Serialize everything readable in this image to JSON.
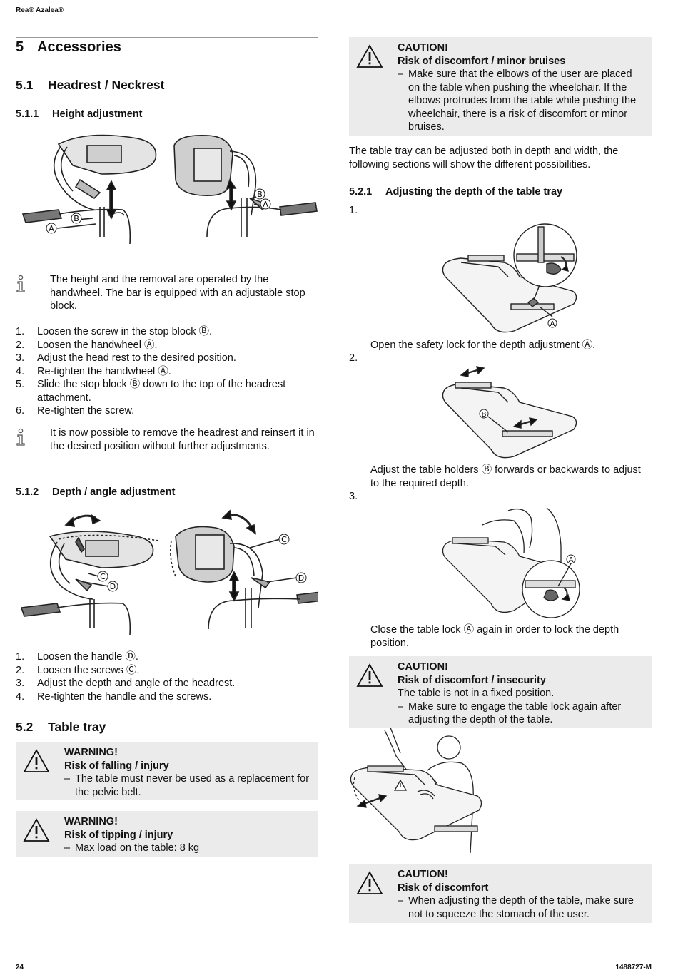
{
  "header": {
    "brand": "Rea® Azalea®"
  },
  "footer": {
    "page": "24",
    "doc_id": "1488727-M"
  },
  "section5": {
    "num": "5",
    "title": "Accessories"
  },
  "s51": {
    "num": "5.1",
    "title": "Headrest / Neckrest"
  },
  "s511": {
    "num": "5.1.1",
    "title": "Height adjustment",
    "fig_labels": [
      "A",
      "B",
      "B",
      "A"
    ],
    "note": "The height and the removal are operated by the handwheel. The bar is equipped with an adjustable stop block.",
    "steps": [
      {
        "n": "1.",
        "text": "Loosen the screw in the stop block Ⓑ."
      },
      {
        "n": "2.",
        "text": "Loosen the handwheel Ⓐ."
      },
      {
        "n": "3.",
        "text": "Adjust the head rest to the desired position."
      },
      {
        "n": "4.",
        "text": "Re-tighten the handwheel Ⓐ."
      },
      {
        "n": "5.",
        "text": "Slide the stop block Ⓑ down to the top of the headrest attachment."
      },
      {
        "n": "6.",
        "text": "Re-tighten the screw."
      }
    ],
    "note2": "It is now possible to remove the headrest and reinsert it in the desired position without further adjustments."
  },
  "s512": {
    "num": "5.1.2",
    "title": "Depth / angle adjustment",
    "fig_labels": [
      "C",
      "D",
      "C",
      "D"
    ],
    "steps": [
      {
        "n": "1.",
        "text": "Loosen the handle Ⓓ."
      },
      {
        "n": "2.",
        "text": "Loosen the screws Ⓒ."
      },
      {
        "n": "3.",
        "text": "Adjust the depth and angle of the headrest."
      },
      {
        "n": "4.",
        "text": "Re-tighten the handle and the screws."
      }
    ]
  },
  "s52": {
    "num": "5.2",
    "title": "Table tray"
  },
  "warnings": [
    {
      "level": "WARNING!",
      "risk": "Risk of falling / injury",
      "items": [
        "The table must never be used as a replacement for the pelvic belt."
      ]
    },
    {
      "level": "WARNING!",
      "risk": "Risk of tipping / injury",
      "items": [
        "Max load on the table: 8 kg"
      ]
    }
  ],
  "caution1": {
    "level": "CAUTION!",
    "risk": "Risk of discomfort / minor bruises",
    "items": [
      "Make sure that the elbows of the user are placed on the table when pushing the wheelchair. If the elbows protrudes from the table while pushing the wheelchair, there is a risk of discomfort or minor bruises."
    ]
  },
  "tray_intro": "The table tray can be adjusted both in depth and width, the following sections will show the different possibilities.",
  "s521": {
    "num": "5.2.1",
    "title": "Adjusting the depth of the table tray",
    "steps": [
      {
        "n": "1.",
        "text": "Open the safety lock for the depth adjustment Ⓐ.",
        "label": "A"
      },
      {
        "n": "2.",
        "text": "Adjust the table holders Ⓑ forwards or backwards to adjust to the required depth.",
        "label": "B"
      },
      {
        "n": "3.",
        "text": "Close the table lock Ⓐ again in order to lock the depth position.",
        "label": "A"
      }
    ]
  },
  "caution2": {
    "level": "CAUTION!",
    "risk": "Risk of discomfort / insecurity",
    "plain": "The table is not in a fixed position.",
    "items": [
      "Make sure to engage the table lock again after adjusting the depth of the table."
    ]
  },
  "caution3": {
    "level": "CAUTION!",
    "risk": "Risk of discomfort",
    "items": [
      "When adjusting the depth of the table, make sure not to squeeze the stomach of the user."
    ]
  }
}
